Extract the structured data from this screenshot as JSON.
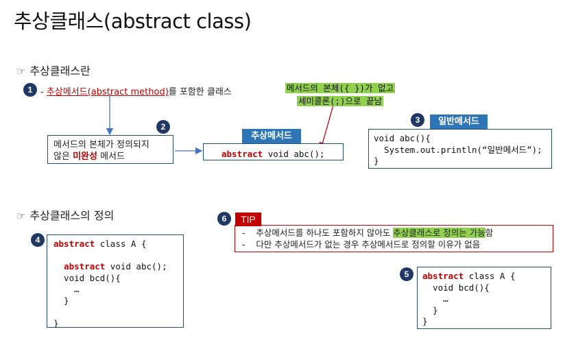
{
  "title": "추상클래스(abstract class)",
  "section1": {
    "heading": "추상클래스란",
    "badge": "1",
    "dash": "-",
    "definition_link": "추상메서드(abstract method)",
    "definition_rest": "를 포함한 클래스"
  },
  "note": {
    "line1": "메서드의 본체({ })가 없고",
    "line2": "세미콜론(;)으로 끝남"
  },
  "box2": {
    "badge": "2",
    "line1": "메서드의 본체가 정의되지",
    "line2_pre": "않은 ",
    "line2_bold": "미완성",
    "line2_post": " 메서드"
  },
  "abstract_method": {
    "label": "추상메서드",
    "keyword": "abstract",
    "code": " void abc();"
  },
  "box3": {
    "badge": "3",
    "label": "일반메서드",
    "line1": "void abc(){",
    "line2": "  System.out.println(“일반메서드”);",
    "line3": "}"
  },
  "section2": {
    "heading": "추상클래스의 정의"
  },
  "box4": {
    "badge": "4",
    "l1_kw": "abstract",
    "l1_rest": " class A {",
    "l3_indent": "  ",
    "l3_kw": "abstract",
    "l3_rest": " void abc();",
    "l4": "  void bcd(){",
    "l5": "    …",
    "l6": "  }",
    "l8": "}"
  },
  "tip": {
    "badge": "6",
    "label": "TIP",
    "dash1": "-",
    "line1_pre": "추상메서드를 하나도 포함하지 않아도 ",
    "line1_hl": "추상클래스로 정의는 가능",
    "line1_post": "함",
    "dash2": "-",
    "line2": "다만 추상메서드가 없는 경우 추상메서드로 정의할 이유가 없음"
  },
  "box5": {
    "badge": "5",
    "l1_kw": "abstract",
    "l1_rest": " class A {",
    "l2": "  void bcd(){",
    "l3": "    …",
    "l4": "  }",
    "l5": "}"
  },
  "colors": {
    "accent_red": "#c00000",
    "accent_blue": "#2e75b6",
    "badge_navy": "#1f3864",
    "highlight_green": "#92d050"
  }
}
